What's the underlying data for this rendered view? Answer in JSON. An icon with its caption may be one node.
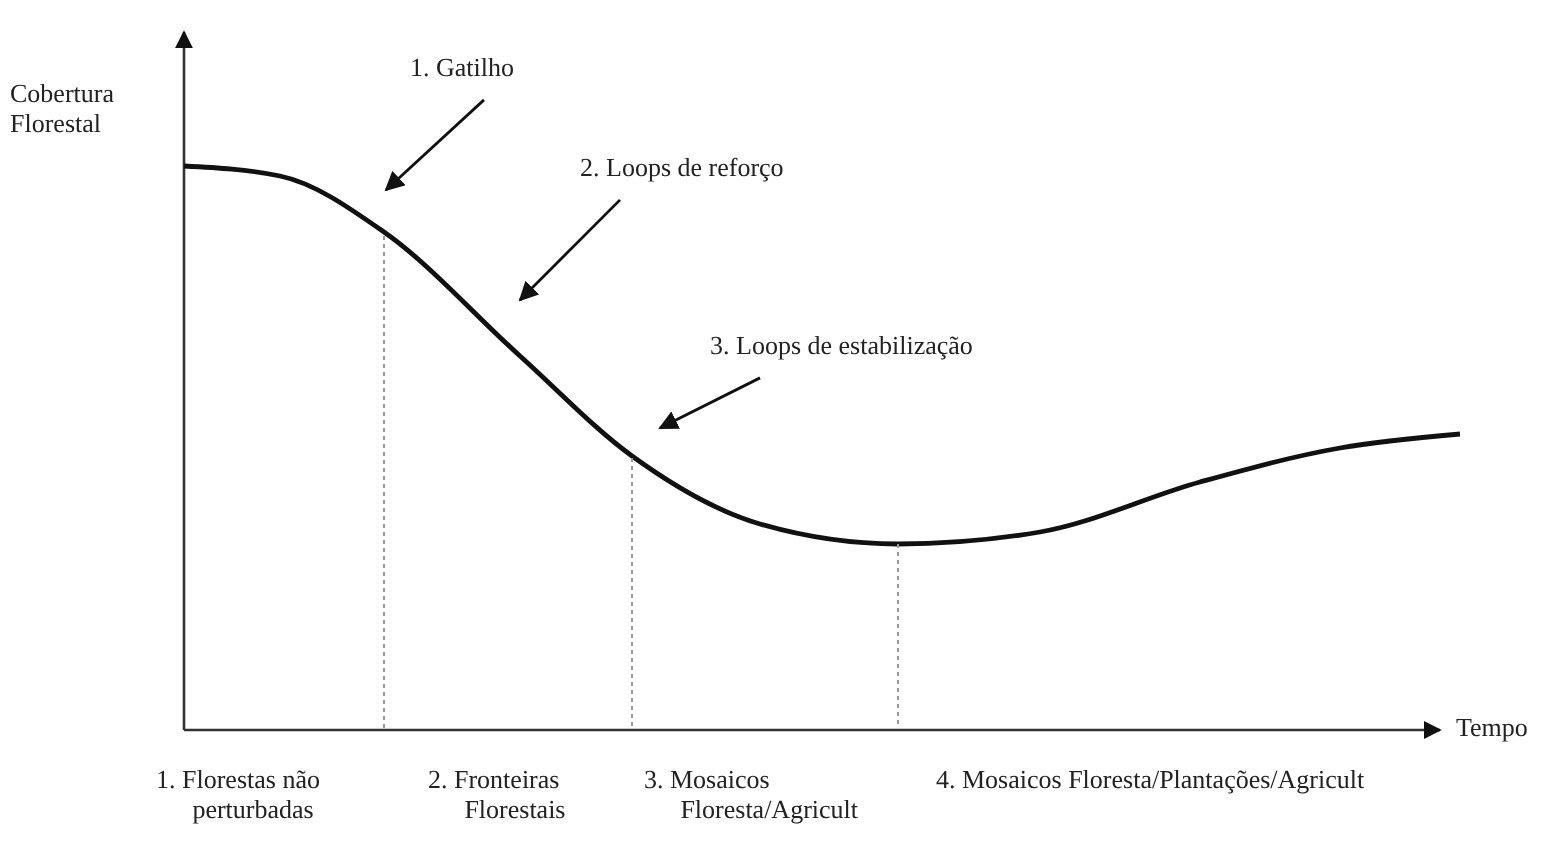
{
  "diagram": {
    "nodes": [
      {
        "text": [
          "1. Gatilho"
        ]
      },
      {
        "text": [
          "2. Loops de reforço"
        ]
      },
      {
        "text": [
          "3. Loops de estabilização"
        ]
      }
    ],
    "edges": [
      {
        "from": 0,
        "to": null,
        "arrow": "to"
      },
      {
        "from": 1,
        "to": null,
        "arrow": "to"
      },
      {
        "from": 2,
        "to": null,
        "arrow": "to"
      }
    ],
    "labels": [
      "Cobertura Florestal",
      "Tempo",
      "1. Florestas não perturbadas",
      "2. Fronteiras Florestais",
      "3. Mosaicos Floresta/Agricult",
      "4. Mosaicos Floresta/Plantações/Agricult"
    ]
  }
}
